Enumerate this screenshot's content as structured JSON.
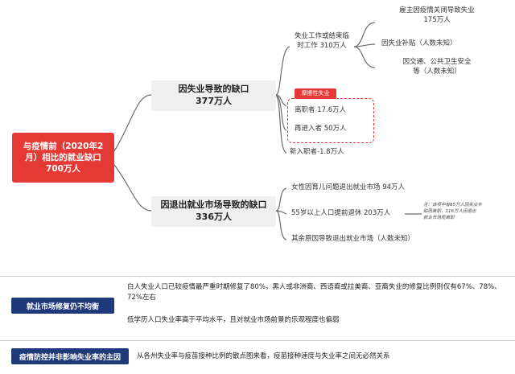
{
  "root": {
    "text": "与疫情前（2020年2\n月）相比的就业缺口\n700万人"
  },
  "branch1": {
    "title": "因失业导致的缺口\n377万人",
    "sub1": "失业工作或结束临\n时工作 310万人",
    "sub1_items": [
      "雇主因疫情关闭导致失业\n175万人",
      "因失业补贴（人数未知）",
      "因交通、公共卫生安全\n等（人数未知）"
    ],
    "friction_tag": "摩擦性失业",
    "leavers": "离职者 17.6万人",
    "reentrants": "再进入者 50万人",
    "new_entrants": "新入职者-1.8万人"
  },
  "branch2": {
    "title": "因退出就业市场导致的缺口\n336万人",
    "items": [
      "女性因育儿问题退出就业市场 94万人",
      "55岁以上人口提前退休 203万人",
      "其余原因导致退出就业市场（人数未知）"
    ],
    "note": "注：该项中有85万人因失业补\n贴而离职，116万人因退出\n就业市场而离职"
  },
  "bottom1": {
    "label": "就业市场修复仍不均衡",
    "line1": "白人失业人口已较疫情最严重时期修复了80%，黑人或非洲裔、西语裔或拉美裔、亚裔失业的修复比例则仅有67%、78%、72%左右",
    "line2": "低学历人口失业率高于平均水平，且对就业市场前景的乐观程度也偏弱"
  },
  "bottom2": {
    "label": "疫情防控并非影响失业率的主因",
    "line1": "从各州失业率与疫苗接种比例的散点图来看，疫苗接种速度与失业率之间无必然关系"
  },
  "colors": {
    "accent_red": "#e53935",
    "navy": "#1f3a7a",
    "mid_gray": "#efefef",
    "line_gray": "#6b6b6b"
  }
}
